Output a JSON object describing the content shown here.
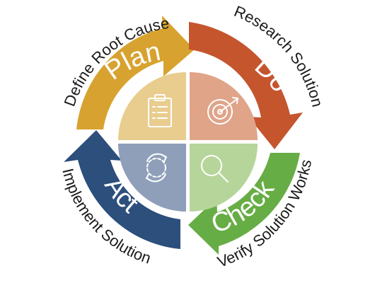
{
  "colors": {
    "plan": "#D7A22F",
    "do": "#C4552D",
    "check": "#67AD45",
    "act": "#2C4F7C",
    "plan_light": "#E9CD8E",
    "do_light": "#E0A489",
    "check_light": "#B6D59A",
    "act_light": "#8F9FBA"
  },
  "phases": {
    "plan": {
      "label": "Plan",
      "description": "Define Root Cause",
      "icon": "clipboard-icon"
    },
    "do": {
      "label": "Do",
      "description": "Research Solution",
      "icon": "target-icon"
    },
    "check": {
      "label": "Check",
      "description": "Verify Solution Works",
      "icon": "magnifier-icon"
    },
    "act": {
      "label": "Act",
      "description": "Implement Solution",
      "icon": "refresh-icon"
    }
  }
}
